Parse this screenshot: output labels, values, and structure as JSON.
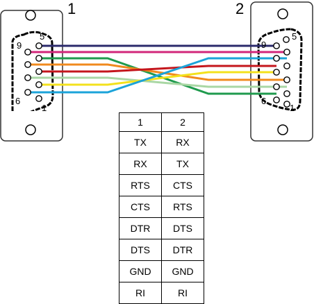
{
  "connectors": [
    {
      "label": "1",
      "pin_labels": {
        "p5": "5",
        "p9": "9",
        "p6": "6",
        "p1": "1"
      }
    },
    {
      "label": "2",
      "pin_labels": {
        "p5": "5",
        "p9": "9",
        "p6": "6",
        "p1": "1"
      }
    }
  ],
  "wire_colors": [
    "#2b2a6b",
    "#d2267a",
    "#1f9a4d",
    "#f08a1e",
    "#c4161c",
    "#a9d7a4",
    "#f3e11c",
    "#1ba3d9"
  ],
  "wiring_table": {
    "header": [
      "1",
      "2"
    ],
    "rows": [
      [
        "TX",
        "RX"
      ],
      [
        "RX",
        "TX"
      ],
      [
        "RTS",
        "CTS"
      ],
      [
        "CTS",
        "RTS"
      ],
      [
        "DTR",
        "DTS"
      ],
      [
        "DTS",
        "DTR"
      ],
      [
        "GND",
        "GND"
      ],
      [
        "RI",
        "RI"
      ]
    ]
  }
}
